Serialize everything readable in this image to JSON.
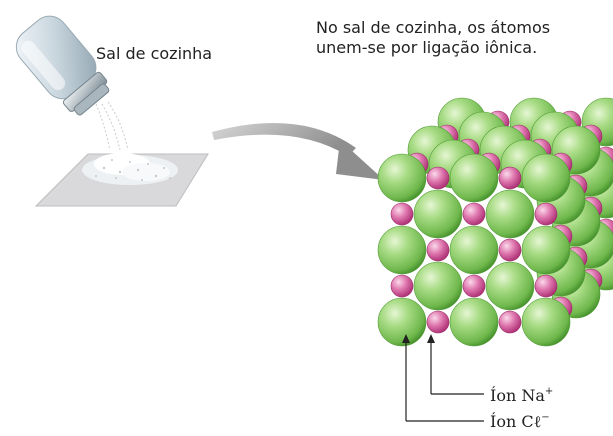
{
  "salt_label": "Sal de cozinha",
  "description": {
    "line1": "No sal de cozinha, os átomos",
    "line2": "unem-se por ligação iônica."
  },
  "ion_labels": {
    "na": {
      "text": "Íon Na",
      "charge": "+"
    },
    "cl": {
      "text": "Íon Cℓ",
      "charge": "−"
    }
  },
  "colors": {
    "chlorine": "#8fcf6a",
    "chlorine_dark": "#4f9a34",
    "sodium": "#d0559a",
    "arrow": "#9a9a9a",
    "plate": "#d8d8da"
  },
  "icons": [
    "salt-shaker-icon",
    "salt-pile-icon",
    "curved-arrow-icon",
    "crystal-lattice-icon"
  ]
}
